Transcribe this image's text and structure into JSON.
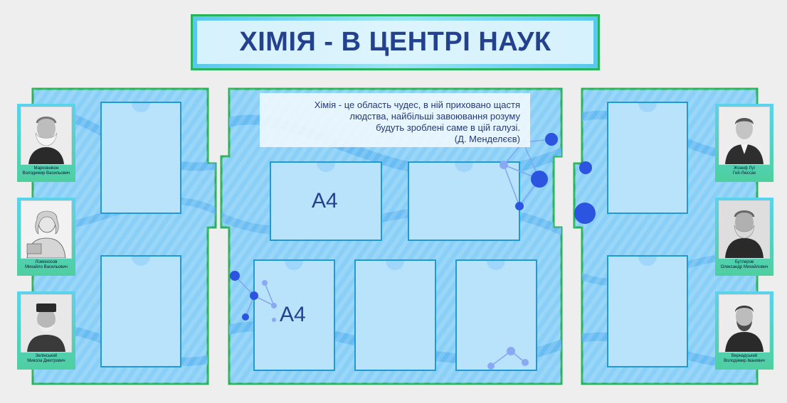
{
  "title": "ХІМІЯ - В ЦЕНТРІ НАУК",
  "quote": {
    "lines": [
      "Хімія - це область чудес, в ній приховано щастя",
      "людства, найбільші завоювання розуму",
      "будуть зроблені саме в цій галузі.",
      "(Д. Менделєєв)"
    ]
  },
  "labels": {
    "a4_top": "А4",
    "a4_bottom": "А4"
  },
  "portraits_left": [
    {
      "name_line1": "Марковнікон",
      "name_line2": "Володимир Васильович"
    },
    {
      "name_line1": "Ломоносов",
      "name_line2": "Михайло Васильович"
    },
    {
      "name_line1": "Зелінський",
      "name_line2": "Микола Дмитрович"
    }
  ],
  "portraits_right": [
    {
      "name_line1": "Жозеф Луї",
      "name_line2": "Гей-Люссак"
    },
    {
      "name_line1": "Бутлеров",
      "name_line2": "Олександр Михайлович"
    },
    {
      "name_line1": "Вернадський",
      "name_line2": "Володимир Іванович"
    }
  ],
  "colors": {
    "panel_fill": "#89cff7",
    "panel_border": "#27b35a",
    "pocket_fill": "#b9e3fb",
    "pocket_border": "#1f9bd2",
    "title_text": "#23418f",
    "molecule": "#2b55e0"
  }
}
